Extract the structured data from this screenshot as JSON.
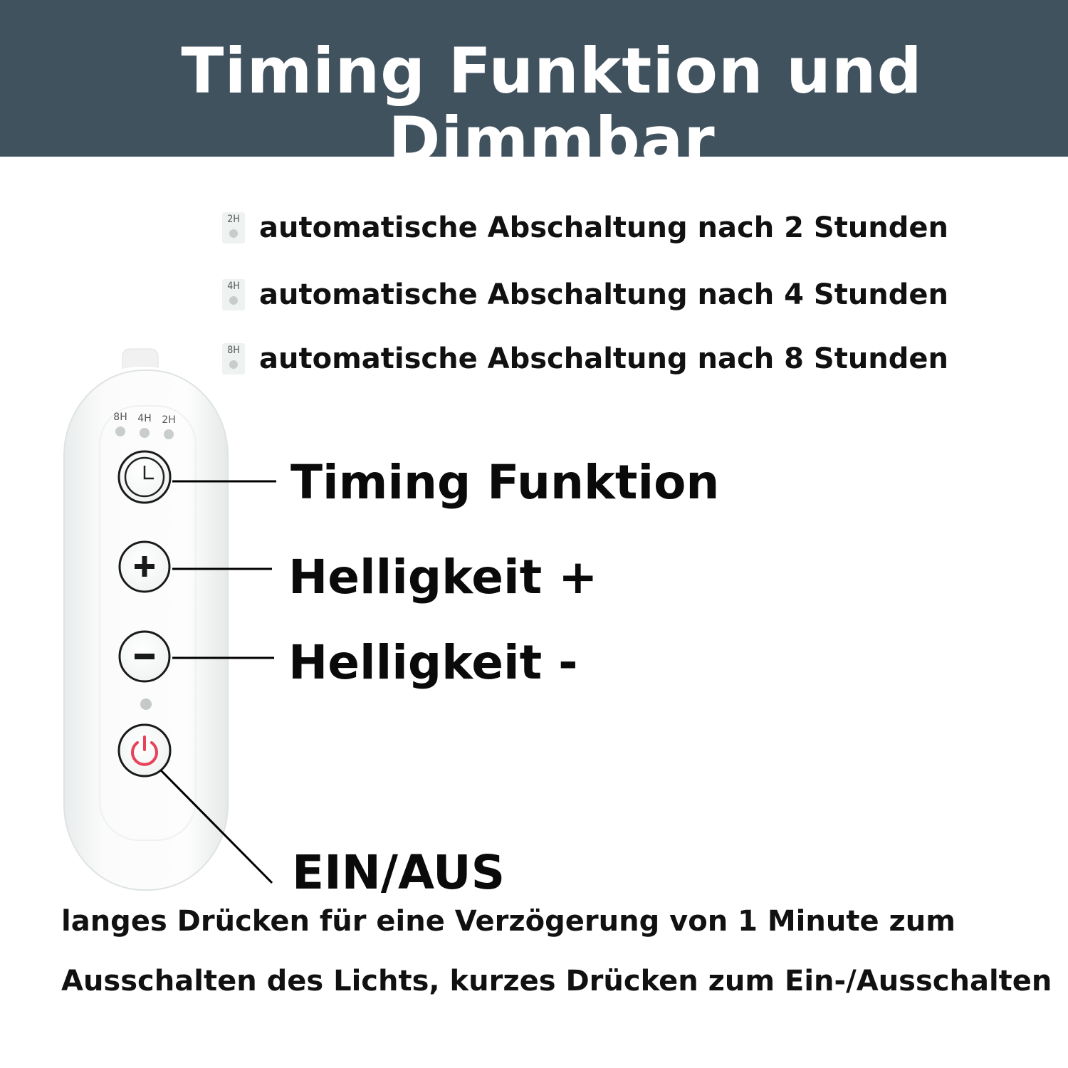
{
  "header": {
    "title": "Timing Funktion und Dimmbar",
    "background": "#41525f"
  },
  "timers": [
    {
      "badge": "2H",
      "text": "automatische Abschaltung nach 2 Stunden"
    },
    {
      "badge": "4H",
      "text": "automatische Abschaltung nach 4 Stunden"
    },
    {
      "badge": "8H",
      "text": "automatische Abschaltung nach 8 Stunden"
    }
  ],
  "remote": {
    "indicators": [
      "8H",
      "4H",
      "2H"
    ],
    "icons": [
      "clock-icon",
      "plus-icon",
      "minus-icon",
      "power-icon"
    ],
    "power_color": "#e8415a"
  },
  "labels": {
    "timing": "Timing Funktion",
    "brightness_up": "Helligkeit +",
    "brightness_down": "Helligkeit -",
    "power": "EIN/AUS"
  },
  "description": {
    "line1": "langes Drücken für eine Verzögerung von 1 Minute zum",
    "line2": "Ausschalten des Lichts, kurzes Drücken zum Ein-/Ausschalten"
  }
}
